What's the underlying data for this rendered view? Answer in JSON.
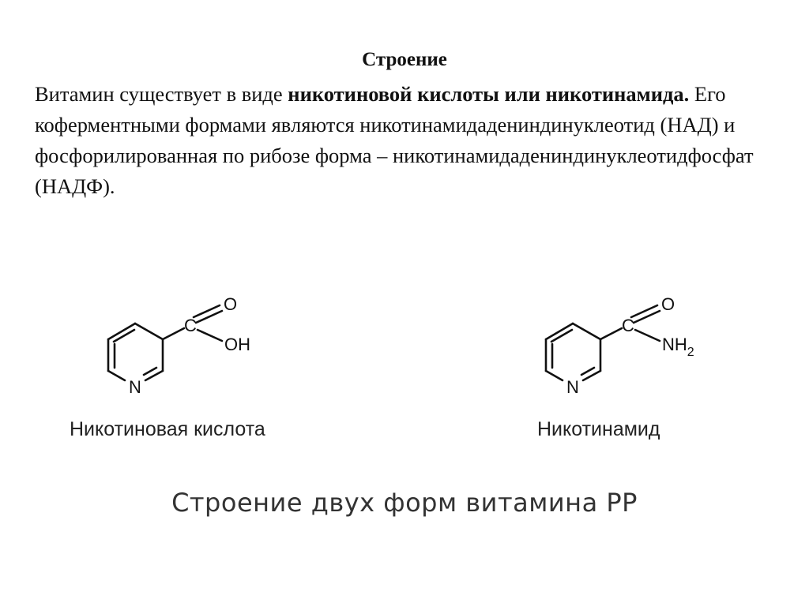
{
  "heading": "Строение",
  "paragraph": {
    "part1": "Витамин существует в виде ",
    "bold": "никотиновой кислоты или никотинамида.",
    "part2": " Его коферментными формами являются никотинамидадениндинуклеотид (НАД) и фосфорилированная по рибозе форма – никотинамидадениндинуклеотидфосфат (НАДФ)."
  },
  "structures": {
    "nicotinic_acid": {
      "atom_o": "O",
      "atom_c": "C",
      "atom_oh": "OH",
      "atom_n": "N",
      "caption": "Никотиновая кислота"
    },
    "nicotinamide": {
      "atom_o": "O",
      "atom_c": "C",
      "atom_nh": "NH",
      "atom_sub2": "2",
      "atom_n": "N",
      "caption": "Никотинамид"
    }
  },
  "figure_caption": "Строение двух форм витамина РР"
}
